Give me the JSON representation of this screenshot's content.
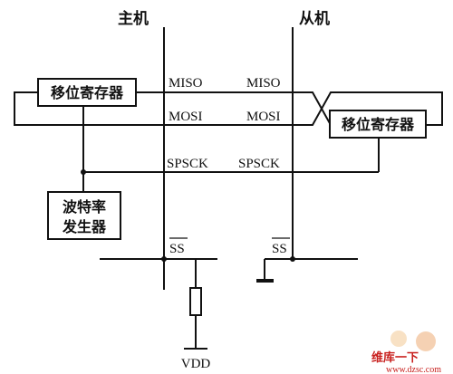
{
  "master": {
    "title": "主机",
    "shift_register": "移位寄存器",
    "baud_gen_line1": "波特率",
    "baud_gen_line2": "发生器"
  },
  "slave": {
    "title": "从机",
    "shift_register": "移位寄存器"
  },
  "signals": {
    "miso_master": "MISO",
    "mosi_master": "MOSI",
    "spsck_master": "SPSCK",
    "ss_master": "SS",
    "miso_slave": "MISO",
    "mosi_slave": "MOSI",
    "spsck_slave": "SPSCK",
    "ss_slave": "SS",
    "vdd": "VDD"
  },
  "watermark": {
    "line1": "维库一下",
    "line2": "www.dzsc.com"
  },
  "colors": {
    "line": "#111111",
    "watermark_red": "#c8201e"
  }
}
